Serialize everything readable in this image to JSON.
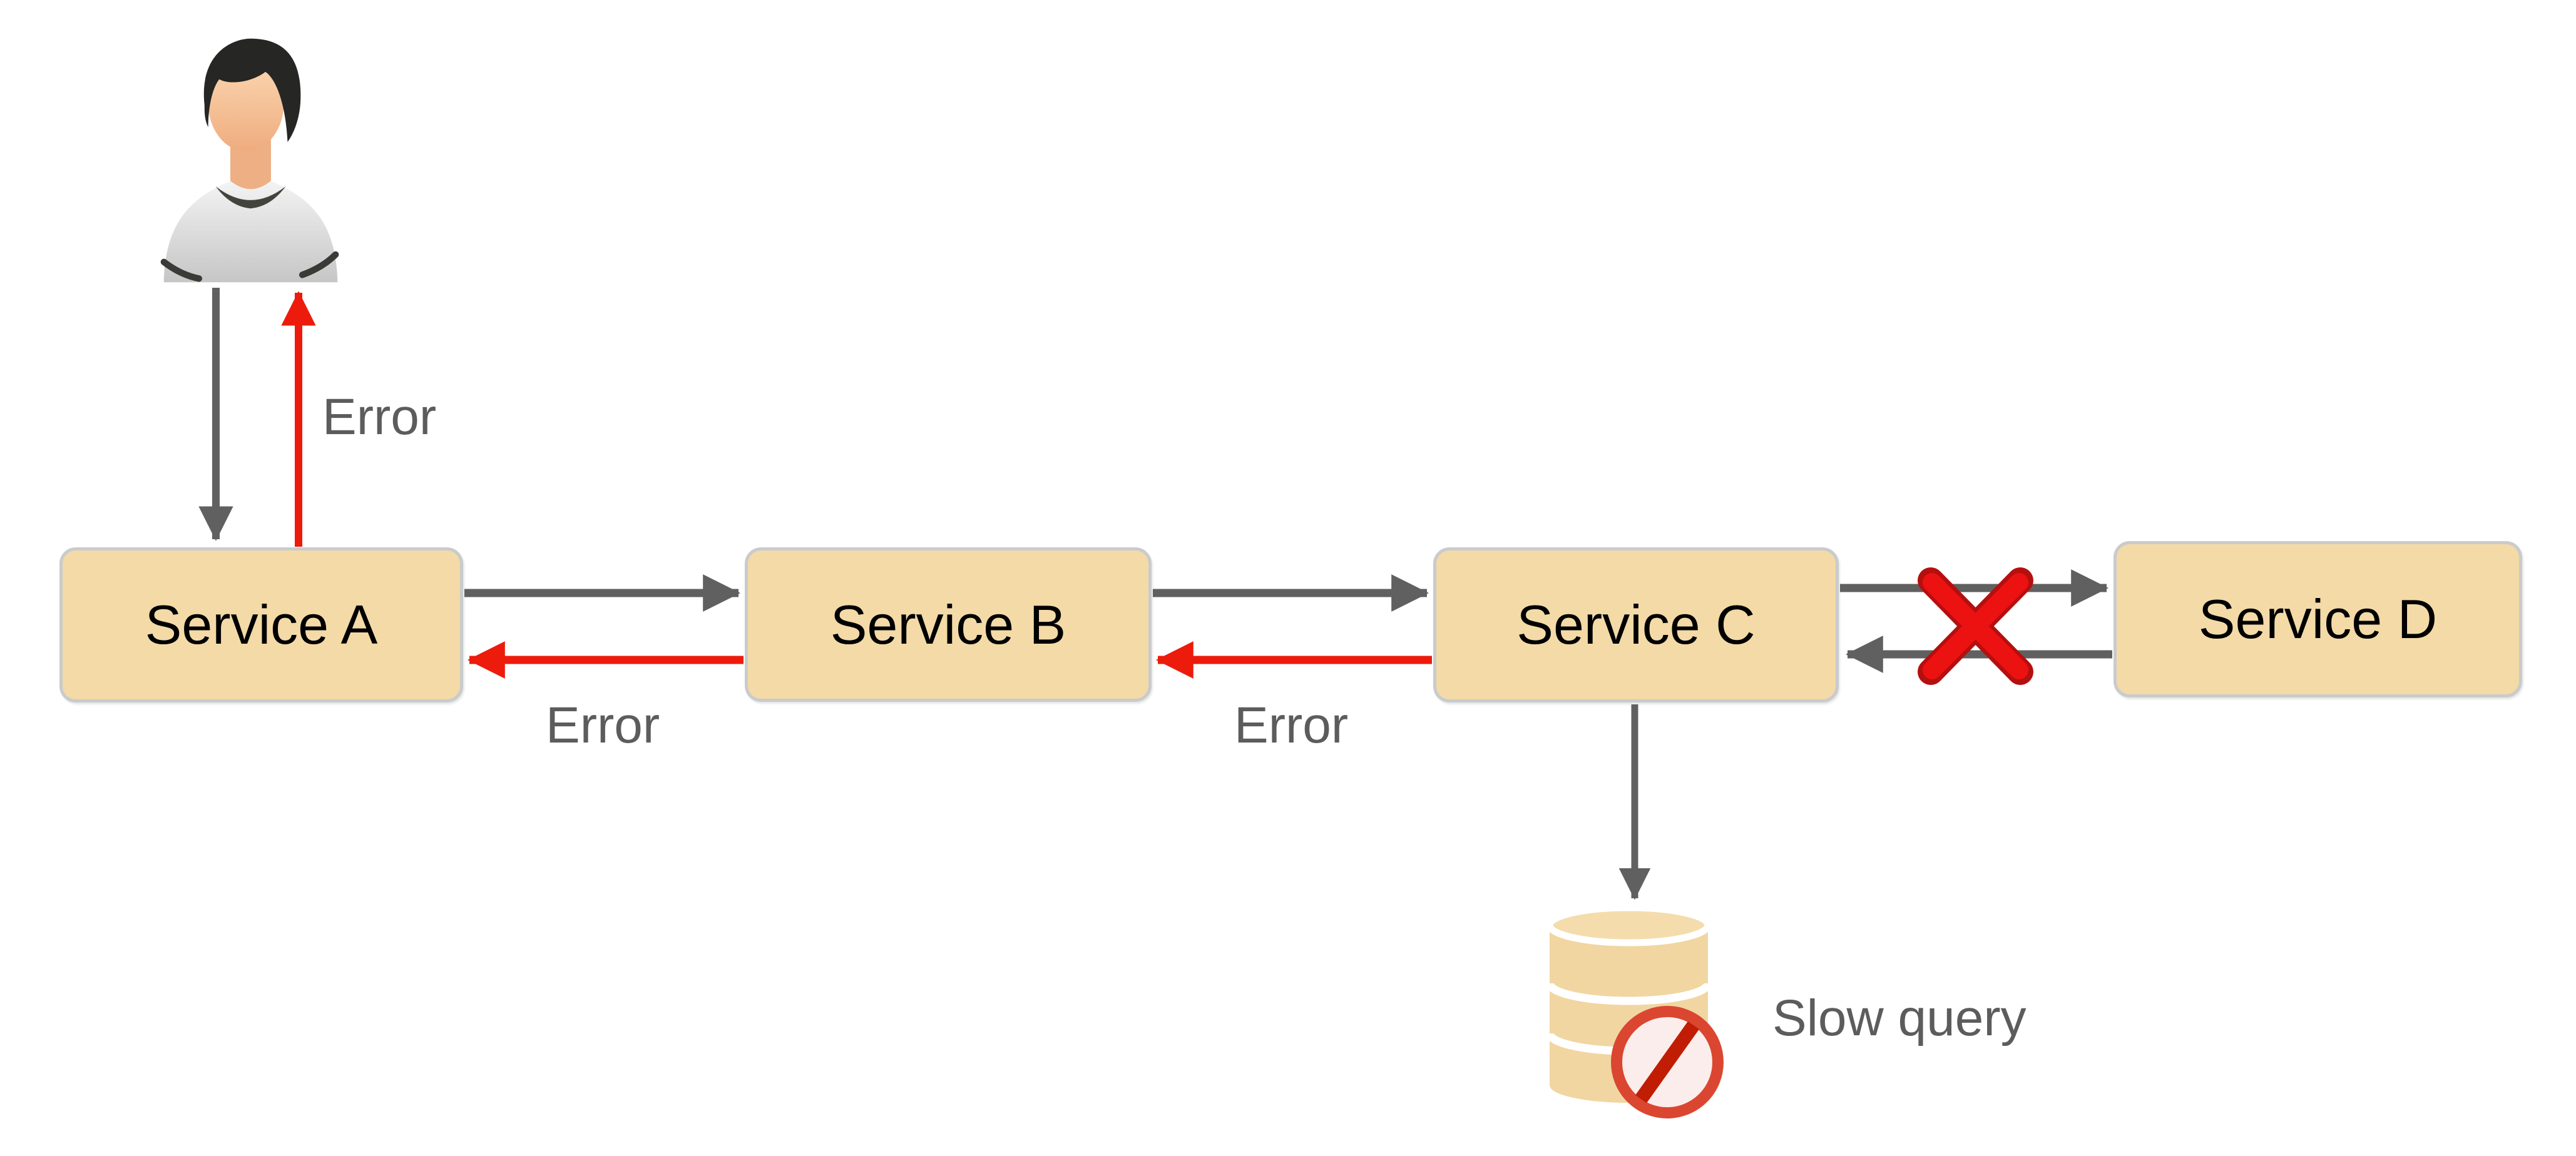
{
  "diagram": {
    "nodes": [
      {
        "id": "service-a",
        "label": "Service A"
      },
      {
        "id": "service-b",
        "label": "Service B"
      },
      {
        "id": "service-c",
        "label": "Service C"
      },
      {
        "id": "service-d",
        "label": "Service D"
      }
    ],
    "actor": {
      "name": "user",
      "icon": "person-icon"
    },
    "datastore": {
      "icon": "database-icon",
      "overlay_icon": "no-entry-icon"
    },
    "edges": [
      {
        "from": "user",
        "to": "service-a",
        "kind": "request",
        "color": "#606060"
      },
      {
        "from": "service-a",
        "to": "user",
        "kind": "error-response",
        "color": "#ED1B0C",
        "label": "Error"
      },
      {
        "from": "service-a",
        "to": "service-b",
        "kind": "request",
        "color": "#606060"
      },
      {
        "from": "service-b",
        "to": "service-a",
        "kind": "error-response",
        "color": "#ED1B0C",
        "label": "Error"
      },
      {
        "from": "service-b",
        "to": "service-c",
        "kind": "request",
        "color": "#606060"
      },
      {
        "from": "service-c",
        "to": "service-b",
        "kind": "error-response",
        "color": "#ED1B0C",
        "label": "Error"
      },
      {
        "from": "service-c",
        "to": "service-d",
        "kind": "request-blocked",
        "color": "#606060",
        "marker": "failure-x-icon"
      },
      {
        "from": "service-d",
        "to": "service-c",
        "kind": "response-blocked",
        "color": "#606060",
        "marker": "failure-x-icon"
      },
      {
        "from": "service-c",
        "to": "database",
        "kind": "query",
        "color": "#606060",
        "label": "Slow query"
      }
    ],
    "colors": {
      "node_fill": "#F3DAA7",
      "node_border": "#C9CBCC",
      "arrow_gray": "#606060",
      "arrow_red": "#ED1B0C",
      "x_red": "#EC1212",
      "x_red_dark": "#B50F0F",
      "label_text": "#5C5C5C",
      "node_text": "#000000",
      "db_fill": "#F1D6A2",
      "db_top_fill": "#F4DCAC",
      "no_entry_ring": "#DB4630",
      "no_entry_fill": "#FBEDEB",
      "no_entry_slash": "#C11D04"
    }
  }
}
